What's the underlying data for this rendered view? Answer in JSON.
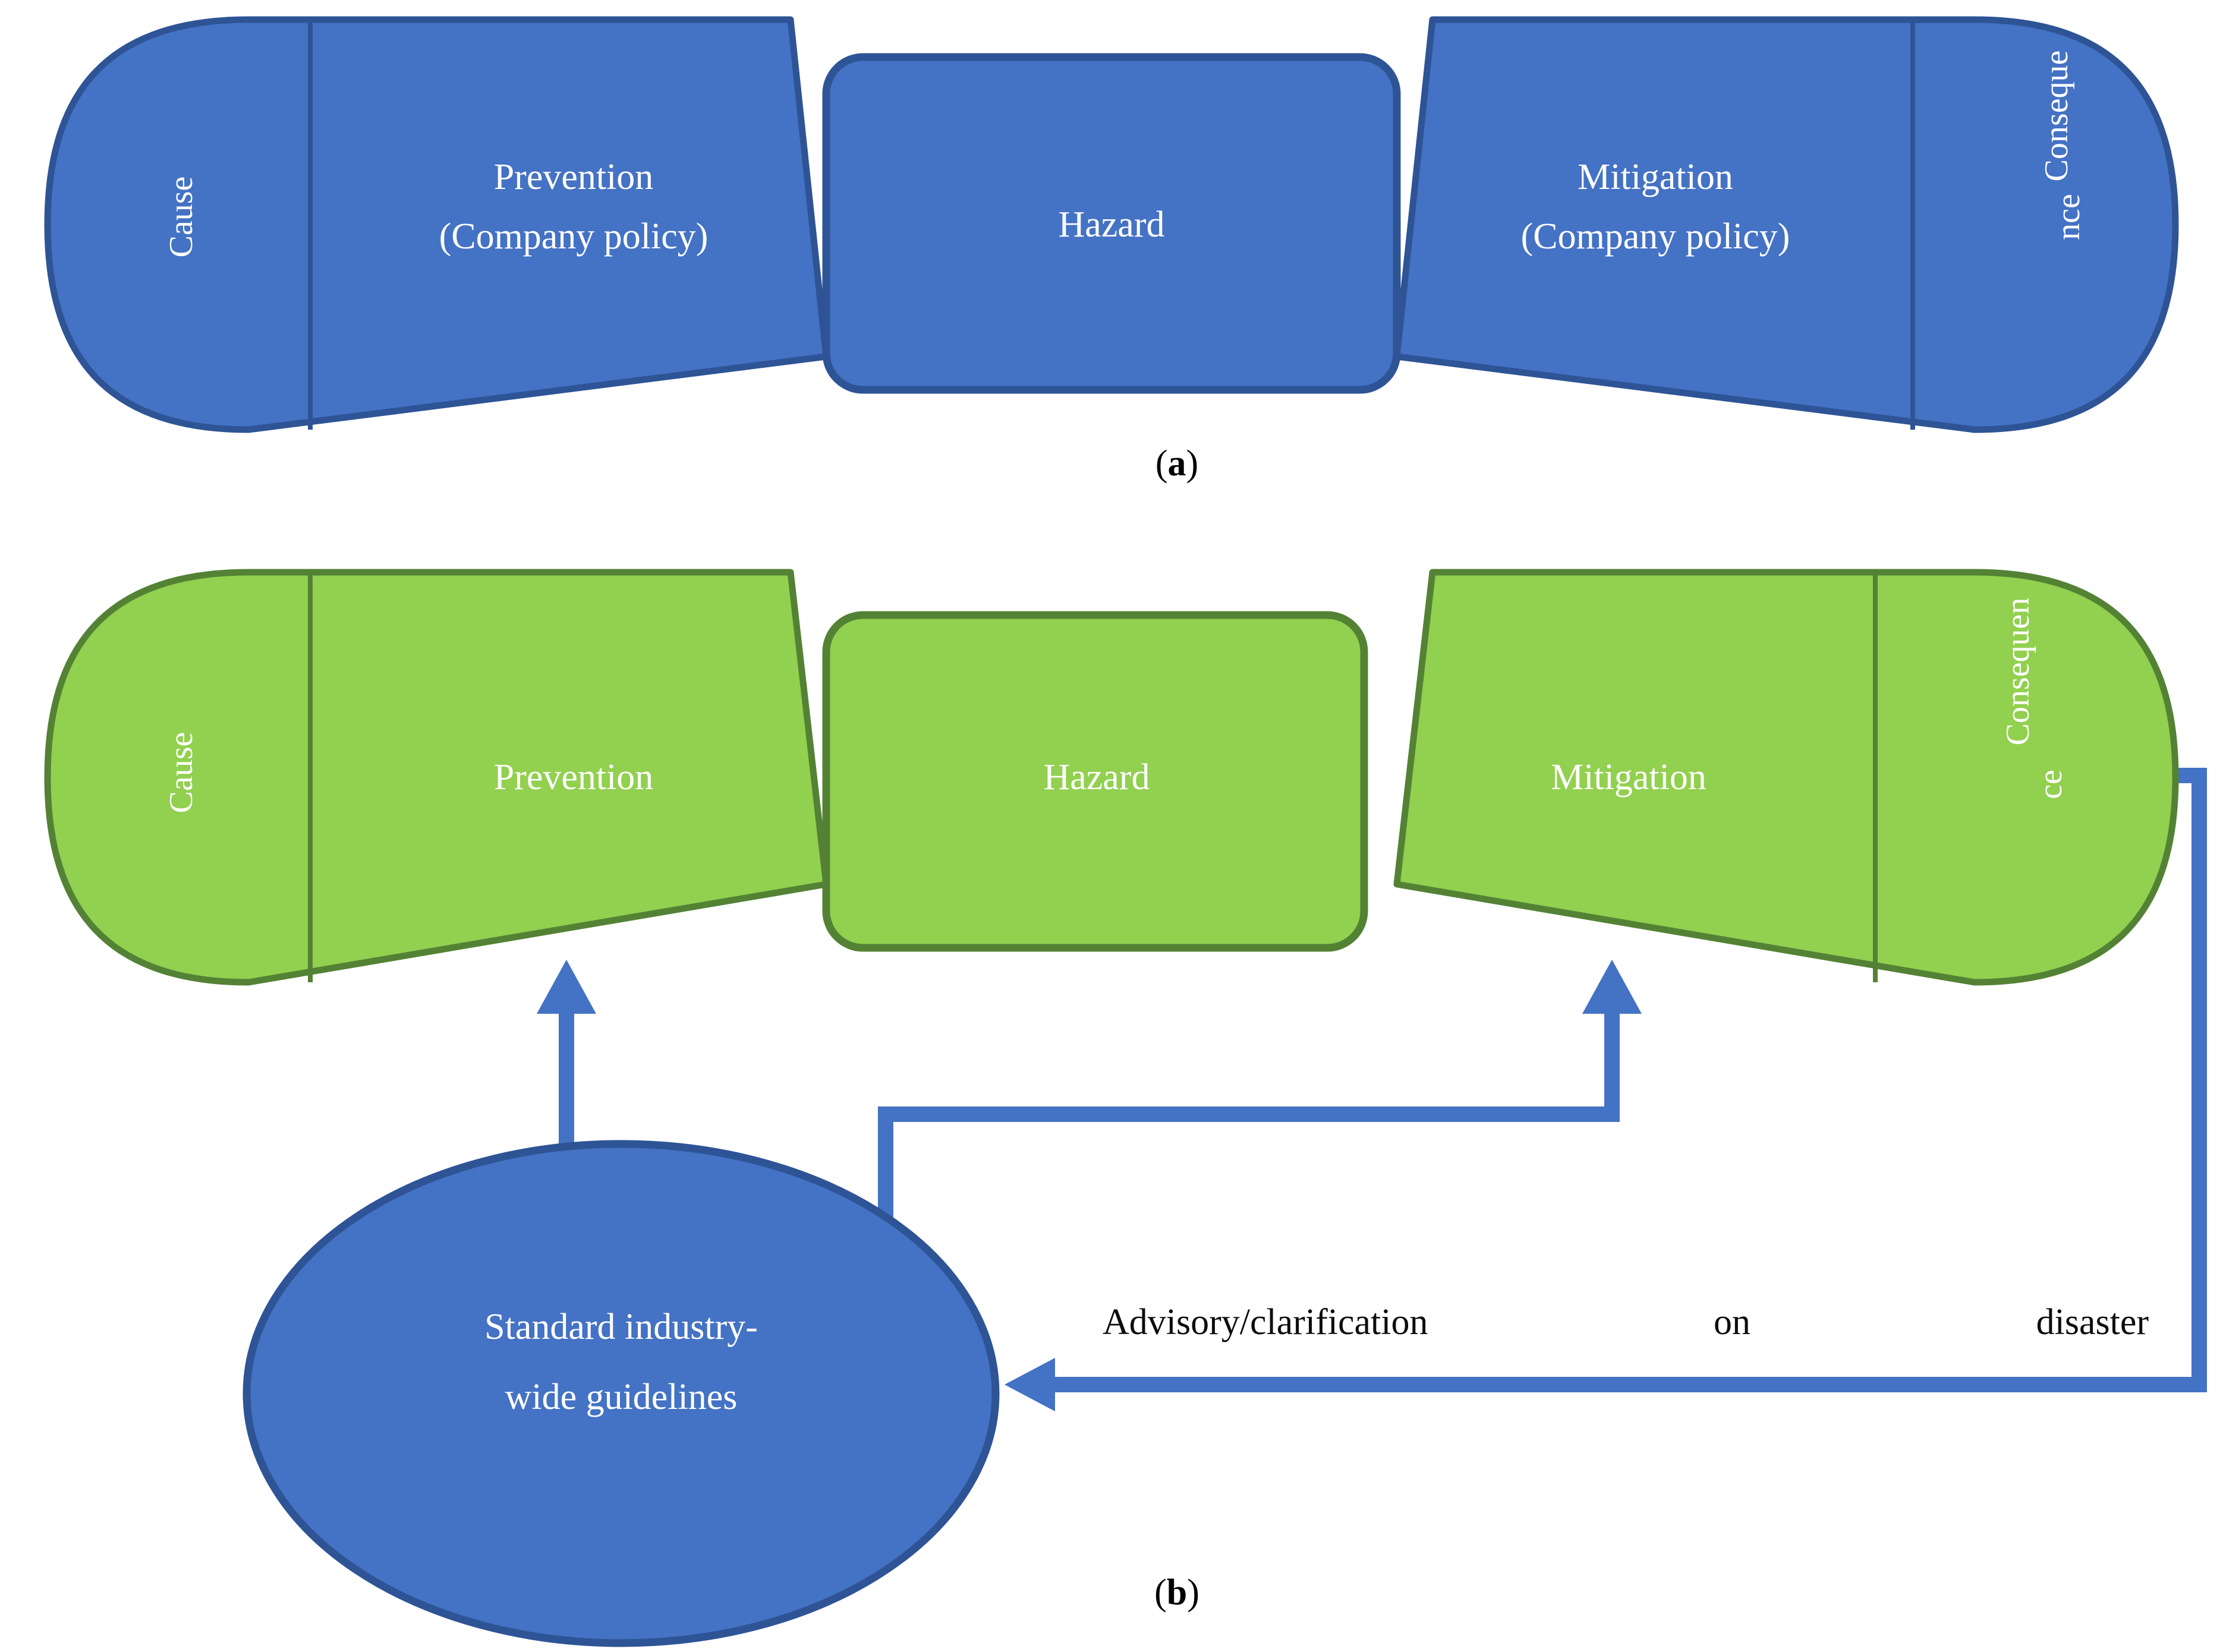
{
  "figure": {
    "title": "Bowtie risk management diagram",
    "panels": [
      {
        "id": "a",
        "caption": "(a)",
        "caption_letter": "a",
        "scheme": "blue",
        "fill": "#4472C4",
        "stroke": "#2E5496",
        "text_color": "#FFFFFF",
        "segments": {
          "cause": "Cause",
          "prevention_line1": "Prevention",
          "prevention_line2": "(Company policy)",
          "hazard": "Hazard",
          "mitigation_line1": "Mitigation",
          "mitigation_line2": "(Company policy)",
          "consequence_line1": "Conseque",
          "consequence_line2": "nce"
        }
      },
      {
        "id": "b",
        "caption": "(b)",
        "caption_letter": "b",
        "scheme": "green",
        "fill": "#92D050",
        "stroke": "#548235",
        "text_color": "#FFFFFF",
        "segments": {
          "cause": "Cause",
          "prevention_line1": "Prevention",
          "hazard": "Hazard",
          "mitigation_line1": "Mitigation",
          "consequence_line1": "Consequen",
          "consequence_line2": "ce"
        },
        "ellipse": {
          "line1": "Standard industry-",
          "line2": "wide guidelines",
          "fill": "#4472C4",
          "stroke": "#2E5496",
          "text_color": "#FFFFFF"
        },
        "feedback_label": {
          "word1": "Advisory/clarification",
          "word2": "on",
          "word3": "disaster",
          "color": "#0D0D0D"
        },
        "connector_color": "#4472C4"
      }
    ]
  }
}
